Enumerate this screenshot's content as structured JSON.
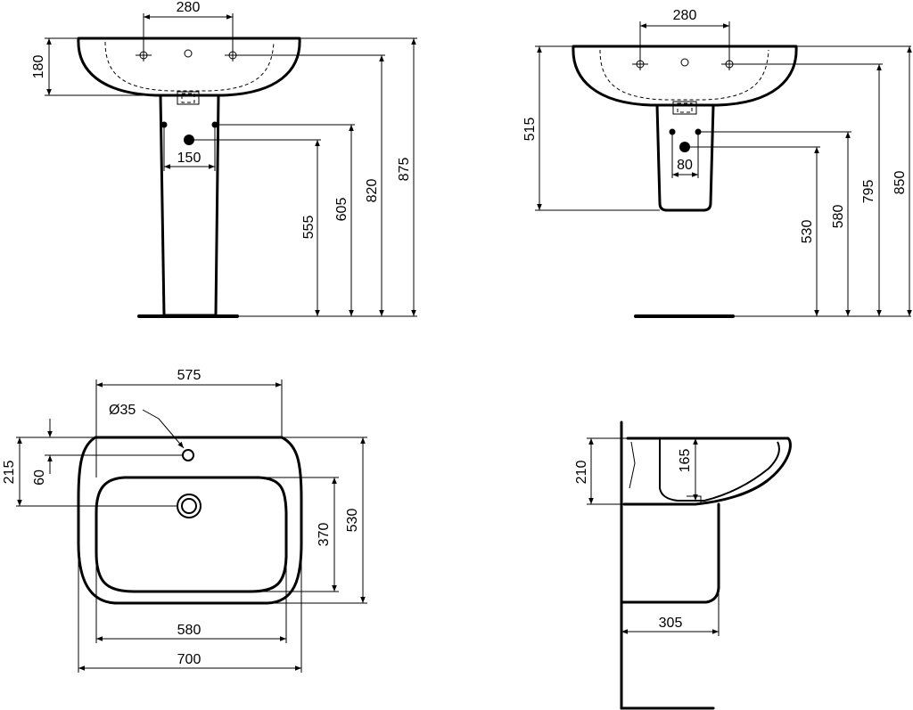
{
  "drawing": {
    "colors": {
      "line": "#000000",
      "background": "#ffffff"
    },
    "front_pedestal": {
      "tap_spacing": "280",
      "basin_height": "180",
      "waste_spacing": "150",
      "waste_height": "555",
      "supply_height": "605",
      "tap_height": "820",
      "rim_height": "875"
    },
    "front_semipedestal": {
      "tap_spacing": "280",
      "fixing_height": "515",
      "waste_spacing": "80",
      "waste_height": "530",
      "supply_height": "580",
      "tap_height": "795",
      "rim_height": "850"
    },
    "plan": {
      "depth_to_taphole_axis_width": "575",
      "taphole_diameter": "Ø35",
      "taphole_offset": "60",
      "waste_offset": "215",
      "bowl_length": "370",
      "overall_depth": "530",
      "bowl_width": "580",
      "overall_width": "700"
    },
    "side": {
      "overall_height": "210",
      "bowl_depth": "165",
      "semipedestal_projection": "305"
    }
  }
}
